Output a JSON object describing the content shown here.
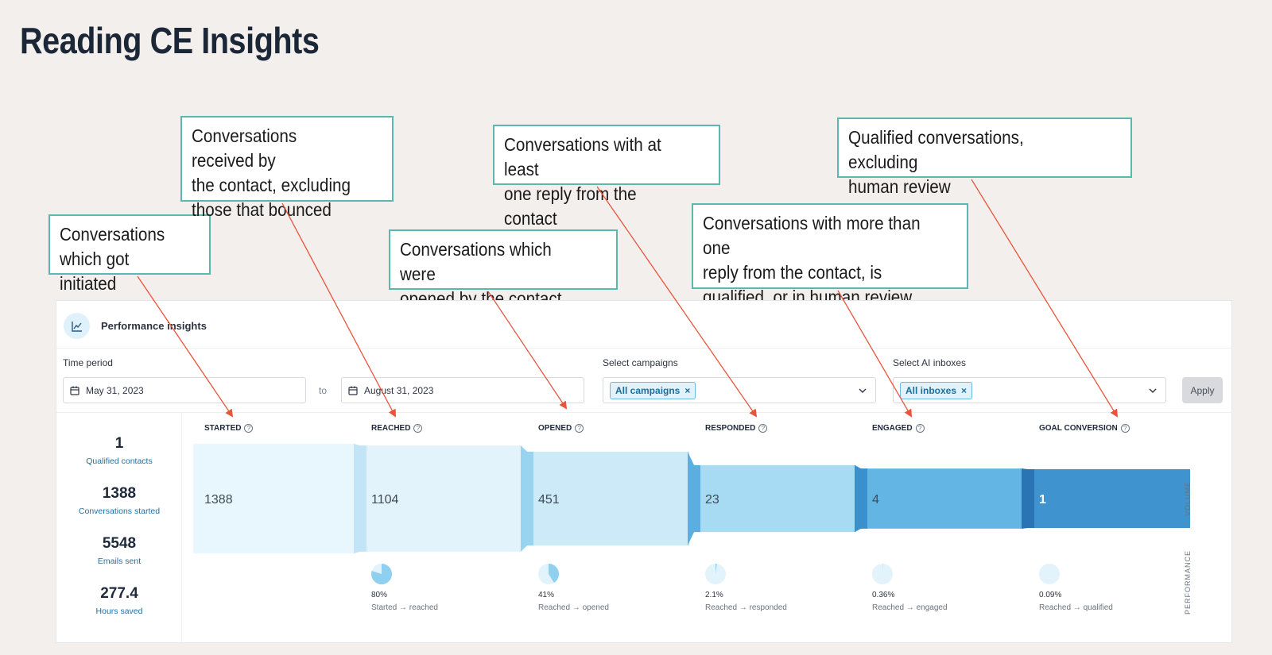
{
  "slide": {
    "title": "Reading CE Insights"
  },
  "callouts": [
    {
      "id": "started",
      "text": "Conversations\nwhich got initiated"
    },
    {
      "id": "reached",
      "text": "Conversations received by\nthe contact, excluding\nthose that bounced"
    },
    {
      "id": "opened",
      "text": "Conversations which were\nopened by the contact"
    },
    {
      "id": "responded",
      "text": "Conversations with at least\none reply from the contact"
    },
    {
      "id": "engaged",
      "text": "Conversations with more than one\nreply from the contact, is\nqualified, or in human review"
    },
    {
      "id": "goal",
      "text": "Qualified conversations, excluding\nhuman review"
    }
  ],
  "panel": {
    "title": "Performance insights",
    "time_period_label": "Time period",
    "start_date": "May 31, 2023",
    "to_label": "to",
    "end_date": "August 31, 2023",
    "campaigns_label": "Select campaigns",
    "campaigns_chip": "All campaigns",
    "inboxes_label": "Select AI inboxes",
    "inboxes_chip": "All inboxes",
    "apply_label": "Apply"
  },
  "kpis": [
    {
      "value": "1",
      "label": "Qualified contacts"
    },
    {
      "value": "1388",
      "label": "Conversations started"
    },
    {
      "value": "5548",
      "label": "Emails sent"
    },
    {
      "value": "277.4",
      "label": "Hours saved"
    }
  ],
  "funnel": {
    "stages": [
      {
        "name": "STARTED",
        "value": 1388,
        "display": "1388",
        "color": "#e8f6fd",
        "edge": "#d2ecf9"
      },
      {
        "name": "REACHED",
        "value": 1104,
        "display": "1104",
        "color": "#e3f3fc",
        "edge": "#c2e4f7"
      },
      {
        "name": "OPENED",
        "value": 451,
        "display": "451",
        "color": "#cceaf8",
        "edge": "#98d3f0"
      },
      {
        "name": "RESPONDED",
        "value": 23,
        "display": "23",
        "color": "#a6dbf3",
        "edge": "#5caee0"
      },
      {
        "name": "ENGAGED",
        "value": 4,
        "display": "4",
        "color": "#63b6e4",
        "edge": "#3a8fcd"
      },
      {
        "name": "GOAL CONVERSION",
        "value": 1,
        "display": "1",
        "color": "#3f93cf",
        "edge": "#2a74b5"
      }
    ],
    "performance": [
      {
        "pct": "80%",
        "ratio": 0.8,
        "label": "Started → reached"
      },
      {
        "pct": "41%",
        "ratio": 0.41,
        "label": "Reached → opened"
      },
      {
        "pct": "2.1%",
        "ratio": 0.021,
        "label": "Reached → responded"
      },
      {
        "pct": "0.36%",
        "ratio": 0.0036,
        "label": "Reached → engaged"
      },
      {
        "pct": "0.09%",
        "ratio": 0.0009,
        "label": "Reached → qualified"
      }
    ],
    "volume_label": "VOLUME",
    "performance_label": "PERFORMANCE"
  },
  "colors": {
    "callout_border": "#5bb8b0",
    "arrow": "#e8553b",
    "accent": "#1f6fa5"
  }
}
